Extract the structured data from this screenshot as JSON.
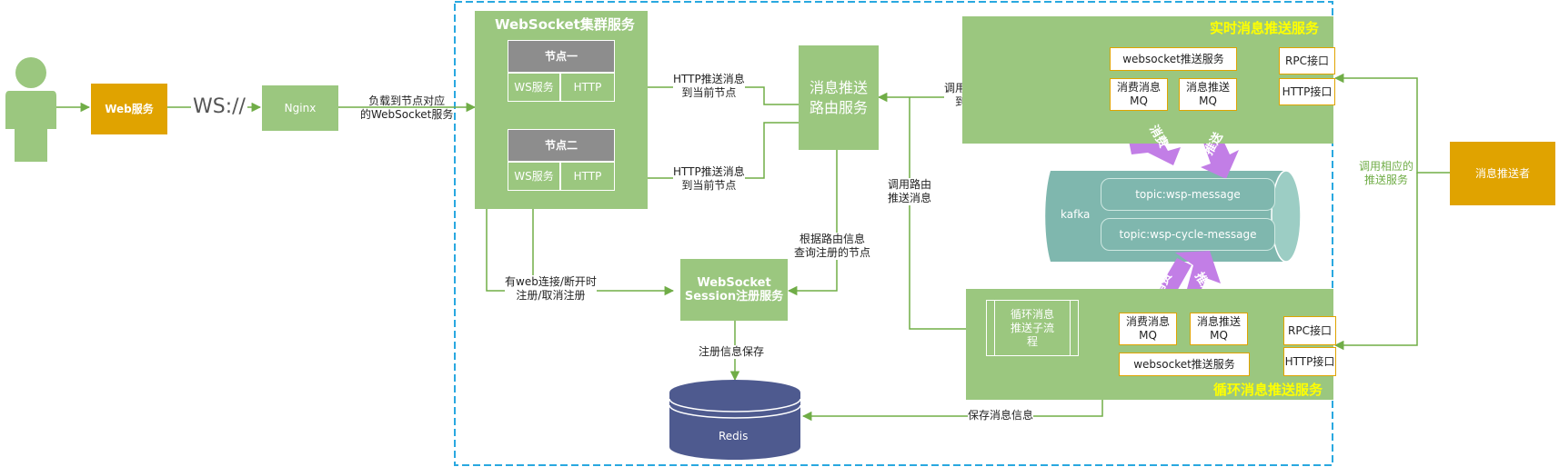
{
  "person": {
    "icon": "person-icon"
  },
  "web_service": "Web服务",
  "ws_protocol": "WS://",
  "nginx": "Nginx",
  "nginx_label": [
    "负载到节点对应",
    "的WebSocket服务"
  ],
  "cluster": {
    "title": "WebSocket集群服务",
    "node1": {
      "title": "节点一",
      "ws": "WS服务",
      "http": "HTTP"
    },
    "node2": {
      "title": "节点二",
      "ws": "WS服务",
      "http": "HTTP"
    }
  },
  "http_push_1": [
    "HTTP推送消息",
    "到当前节点"
  ],
  "http_push_2": [
    "HTTP推送消息",
    "到当前节点"
  ],
  "router": [
    "消息推送",
    "路由服务"
  ],
  "route_lookup": [
    "根据路由信息",
    "查询注册的节点"
  ],
  "register_label": [
    "有web连接/断开时",
    "注册/取消注册"
  ],
  "session_service": [
    "WebSocket",
    "Session注册服务"
  ],
  "save_label": "注册信息保存",
  "redis": "Redis",
  "save_msg_label": "保存消息信息",
  "call_route_label": [
    "调用路由",
    "推送消息"
  ],
  "call_route_node_label": [
    "调用路由服务推送",
    "到相应的节点"
  ],
  "realtime": {
    "title": "实时消息推送服务",
    "ws_service": "websocket推送服务",
    "consume": [
      "消费消息",
      "MQ"
    ],
    "push": [
      "消息推送",
      "MQ"
    ],
    "rpc": "RPC接口",
    "http": "HTTP接口"
  },
  "kafka": {
    "label": "kafka",
    "topics": [
      "topic:wsp-message",
      "topic:wsp-cycle-message"
    ]
  },
  "arrows": {
    "consume": "消费",
    "push": "推送"
  },
  "cycle": {
    "title": "循环消息推送服务",
    "subflow": [
      "循环消息",
      "推送子流",
      "程"
    ],
    "consume": [
      "消费消息",
      "MQ"
    ],
    "push": [
      "消息推送",
      "MQ"
    ],
    "ws_service": "websocket推送服务",
    "rpc": "RPC接口",
    "http": "HTTP接口"
  },
  "pusher": "消息推送者",
  "pusher_label": [
    "调用相应的",
    "推送服务"
  ],
  "colors": {
    "green": "#9bc77f",
    "gold": "#e0a300",
    "teal": "#7fb7ae",
    "purple": "#c27ee6",
    "boundary": "#29a8e0",
    "navy": "#4e5a8f"
  }
}
